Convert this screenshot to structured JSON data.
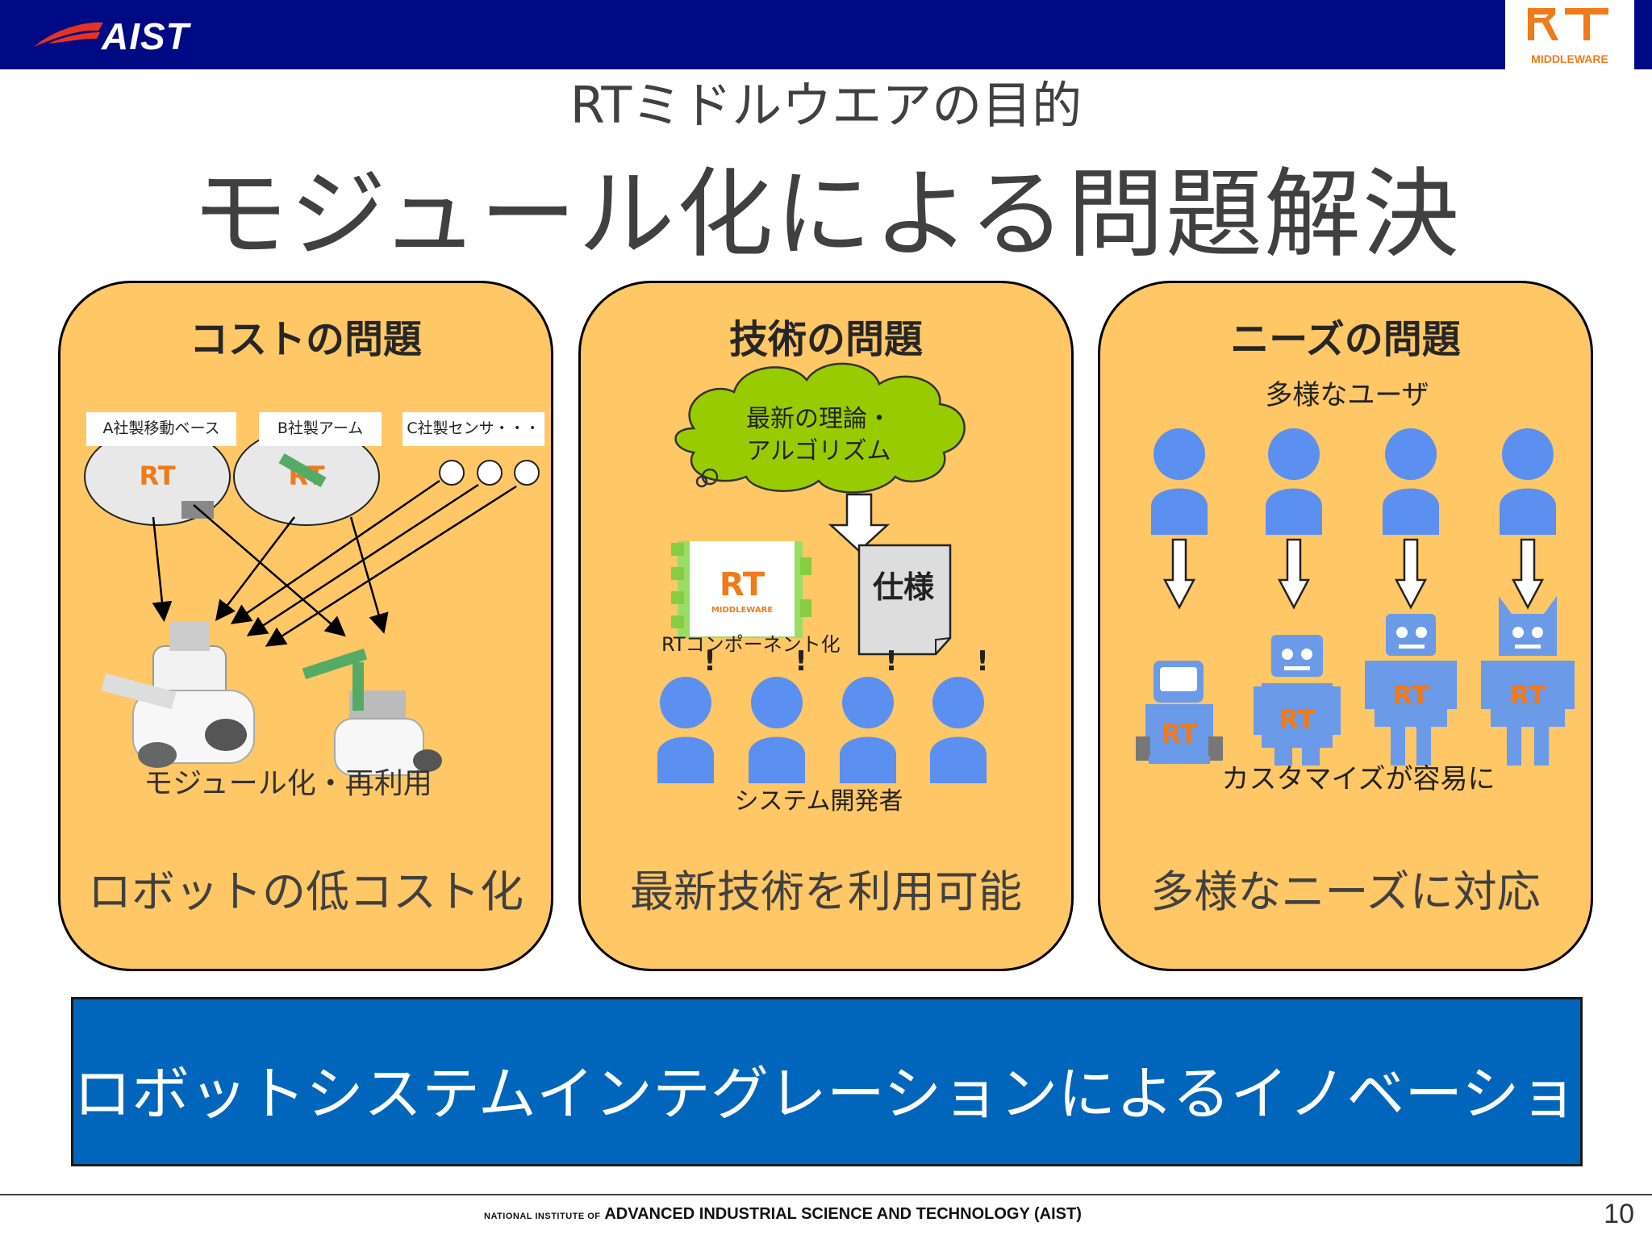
{
  "header": {
    "logo_text": "AIST",
    "rt_logo": {
      "letters": "RT",
      "sub": "MIDDLEWARE"
    },
    "colors": {
      "bar": "#000a84",
      "logo_accent": "#e63222",
      "rt_orange": "#f07a1a"
    }
  },
  "subtitle": "RTミドルウエアの目的",
  "title": "モジュール化による問題解決",
  "panels": [
    {
      "title": "コストの問題",
      "labels": [
        "A社製移動ベース",
        "B社製アーム",
        "C社製センサ・・・"
      ],
      "caption": "モジュール化・再利用",
      "bottom": "ロボットの低コスト化"
    },
    {
      "title": "技術の問題",
      "cloud": [
        "最新の理論・",
        "アルゴリズム"
      ],
      "spec": "仕様",
      "component_label": "RTコンポーネント化",
      "exclaim": "!",
      "caption": "システム開発者",
      "bottom": "最新技術を利用可能"
    },
    {
      "title": "ニーズの問題",
      "users_label": "多様なユーザ",
      "caption": "カスタマイズが容易に",
      "bottom": "多様なニーズに対応"
    }
  ],
  "banner": "ロボットシステムインテグレーションによるイノベーション",
  "footer": {
    "prefix": "NATIONAL INSTITUTE OF",
    "text": "ADVANCED INDUSTRIAL SCIENCE AND TECHNOLOGY (AIST)"
  },
  "page_number": "10",
  "colors": {
    "panel": "#ffc766",
    "person": "#5b8ff0",
    "robot": "#6a9ae8",
    "banner": "#0066bb",
    "cloud": "#99cc00"
  }
}
